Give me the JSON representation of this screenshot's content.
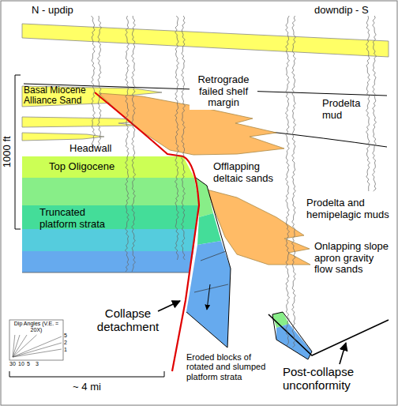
{
  "diagram": {
    "labels": [
      "N - updip",
      "downdip - S",
      "1000 ft",
      "Basal Miocene Alliance Sand",
      "Retrograde failed shelf margin",
      "Prodelta mud",
      "Headwall",
      "Top Oligocene",
      "Offlapping deltaic sands",
      "Truncated platform strata",
      "Prodelta and hemipelagic muds",
      "Onlapping slope apron gravity flow sands",
      "Dip Angles (V.E. = 20X)",
      "30",
      "10",
      "5",
      "3",
      "5",
      "2",
      "1",
      "Collapse detachment",
      "Eroded blocks of rotated and slumped platform strata",
      "~ 4 mi",
      "Post-collapse unconformity"
    ]
  }
}
